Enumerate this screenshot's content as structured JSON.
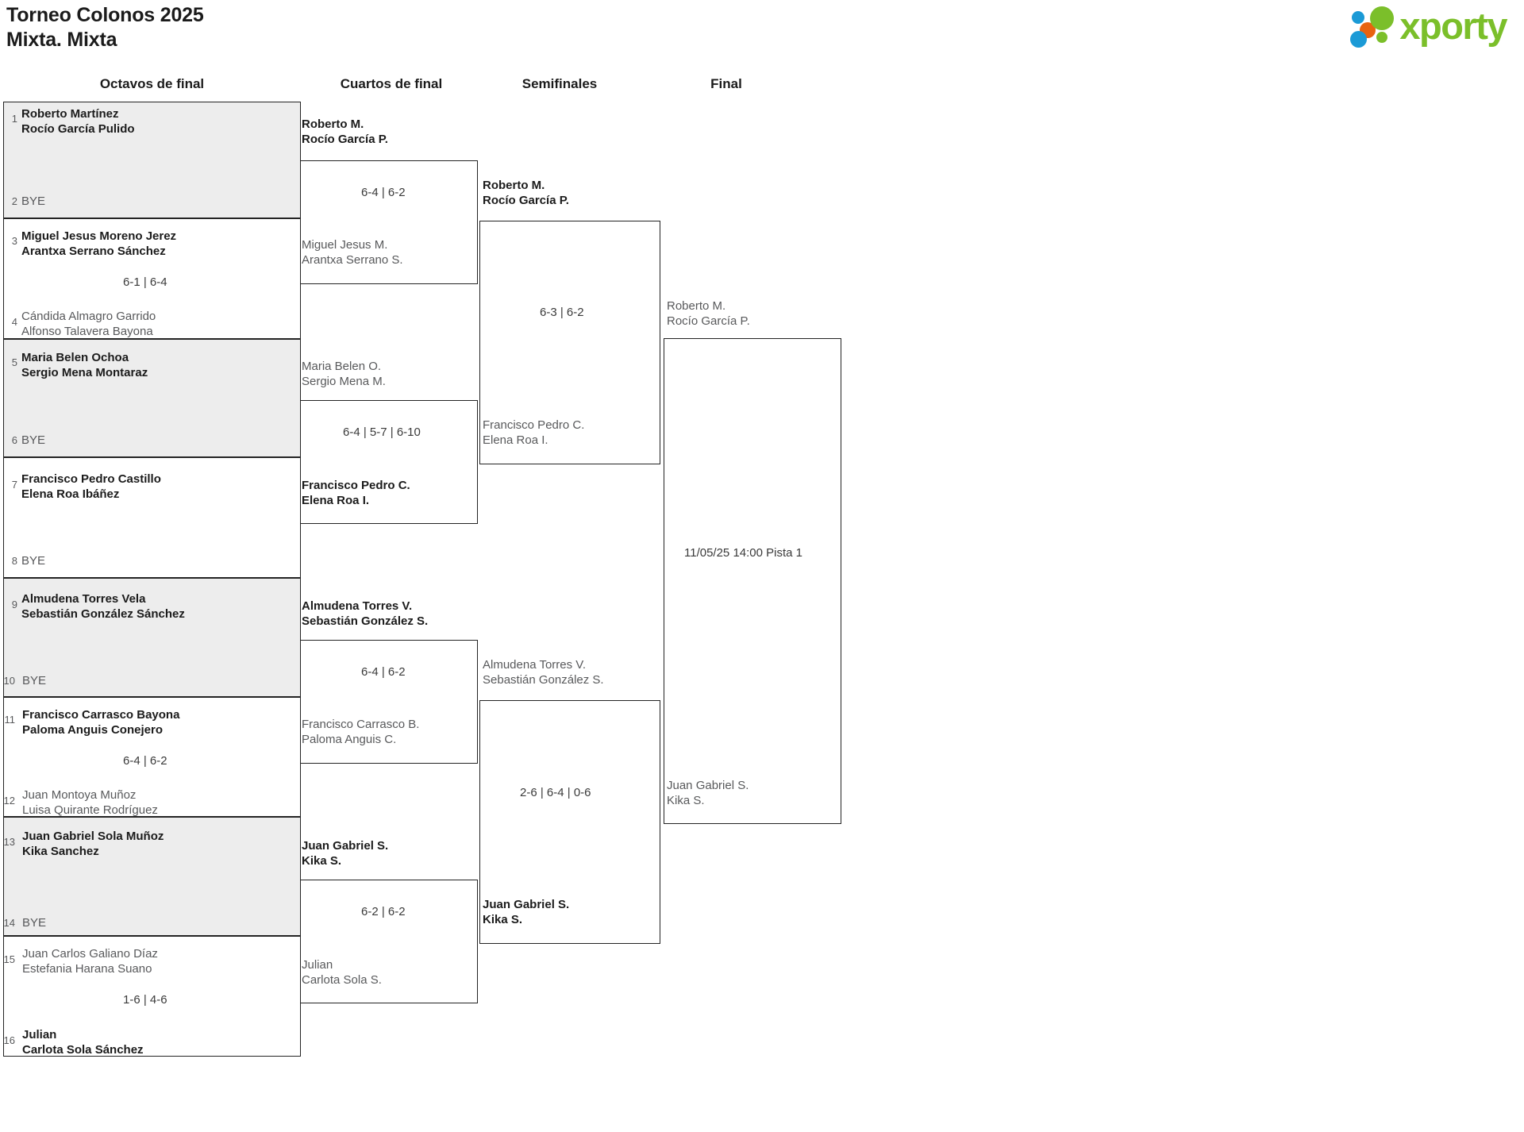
{
  "header": {
    "tournament": "Torneo Colonos 2025",
    "category": "Mixta. Mixta",
    "logo_text": "xporty"
  },
  "rounds": [
    {
      "key": "r16",
      "label": "Octavos de final"
    },
    {
      "key": "qf",
      "label": "Cuartos de final"
    },
    {
      "key": "sf",
      "label": "Semifinales"
    },
    {
      "key": "f",
      "label": "Final"
    }
  ],
  "round_of_16": [
    {
      "score": "",
      "top": {
        "seed": "1",
        "p1": "Roberto Martínez",
        "p2": "Rocío García Pulido",
        "winner": true
      },
      "bottom": {
        "seed": "2",
        "p1": "BYE",
        "p2": "",
        "winner": false,
        "bye": true
      }
    },
    {
      "score": "6-1 | 6-4",
      "top": {
        "seed": "3",
        "p1": "Miguel Jesus Moreno Jerez",
        "p2": "Arantxa Serrano Sánchez",
        "winner": true
      },
      "bottom": {
        "seed": "4",
        "p1": "Cándida Almagro Garrido",
        "p2": "Alfonso Talavera Bayona",
        "winner": false
      }
    },
    {
      "score": "",
      "top": {
        "seed": "5",
        "p1": "Maria Belen Ochoa",
        "p2": "Sergio Mena Montaraz",
        "winner": true
      },
      "bottom": {
        "seed": "6",
        "p1": "BYE",
        "p2": "",
        "winner": false,
        "bye": true
      }
    },
    {
      "score": "",
      "top": {
        "seed": "7",
        "p1": "Francisco Pedro Castillo",
        "p2": "Elena Roa Ibáñez",
        "winner": true
      },
      "bottom": {
        "seed": "8",
        "p1": "BYE",
        "p2": "",
        "winner": false,
        "bye": true
      }
    },
    {
      "score": "",
      "top": {
        "seed": "9",
        "p1": "Almudena Torres Vela",
        "p2": "Sebastián González Sánchez",
        "winner": true
      },
      "bottom": {
        "seed": "10",
        "p1": "BYE",
        "p2": "",
        "winner": false,
        "bye": true
      }
    },
    {
      "score": "6-4 | 6-2",
      "top": {
        "seed": "11",
        "p1": "Francisco Carrasco Bayona",
        "p2": "Paloma Anguis Conejero",
        "winner": true
      },
      "bottom": {
        "seed": "12",
        "p1": "Juan Montoya Muñoz",
        "p2": "Luisa Quirante Rodríguez",
        "winner": false
      }
    },
    {
      "score": "",
      "top": {
        "seed": "13",
        "p1": "Juan Gabriel Sola Muñoz",
        "p2": "Kika Sanchez",
        "winner": true
      },
      "bottom": {
        "seed": "14",
        "p1": "BYE",
        "p2": "",
        "winner": false,
        "bye": true
      }
    },
    {
      "score": "1-6 | 4-6",
      "top": {
        "seed": "15",
        "p1": "Juan Carlos Galiano Díaz",
        "p2": "Estefania Harana Suano",
        "winner": false
      },
      "bottom": {
        "seed": "16",
        "p1": "Julian",
        "p2": "Carlota Sola Sánchez",
        "winner": true
      }
    }
  ],
  "quarter_finals": [
    {
      "score": "6-4 | 6-2",
      "top": {
        "p1": "Roberto M.",
        "p2": "Rocío García P.",
        "winner": true
      },
      "bottom": {
        "p1": "Miguel Jesus M.",
        "p2": "Arantxa Serrano S.",
        "winner": false
      }
    },
    {
      "score": "6-4 | 5-7 | 6-10",
      "top": {
        "p1": "Maria Belen O.",
        "p2": "Sergio Mena M.",
        "winner": false
      },
      "bottom": {
        "p1": "Francisco Pedro C.",
        "p2": "Elena Roa I.",
        "winner": true
      }
    },
    {
      "score": "6-4 | 6-2",
      "top": {
        "p1": "Almudena Torres V.",
        "p2": "Sebastián González S.",
        "winner": true
      },
      "bottom": {
        "p1": "Francisco Carrasco B.",
        "p2": "Paloma Anguis C.",
        "winner": false
      }
    },
    {
      "score": "6-2 | 6-2",
      "top": {
        "p1": "Juan Gabriel S.",
        "p2": "Kika S.",
        "winner": true
      },
      "bottom": {
        "p1": "Julian",
        "p2": "Carlota Sola S.",
        "winner": false
      }
    }
  ],
  "semi_finals": [
    {
      "score": "6-3 | 6-2",
      "top": {
        "p1": "Roberto M.",
        "p2": "Rocío García P.",
        "winner": true
      },
      "bottom": {
        "p1": "Francisco Pedro C.",
        "p2": "Elena Roa I.",
        "winner": false
      }
    },
    {
      "score": "2-6 | 6-4 | 0-6",
      "top": {
        "p1": "Almudena Torres V.",
        "p2": "Sebastián González S.",
        "winner": false
      },
      "bottom": {
        "p1": "Juan Gabriel S.",
        "p2": "Kika S.",
        "winner": true
      }
    }
  ],
  "final": {
    "schedule": "11/05/25 14:00 Pista 1",
    "top": {
      "p1": "Roberto M.",
      "p2": "Rocío García P.",
      "winner": false
    },
    "bottom": {
      "p1": "Juan Gabriel S.",
      "p2": "Kika S.",
      "winner": false
    }
  }
}
